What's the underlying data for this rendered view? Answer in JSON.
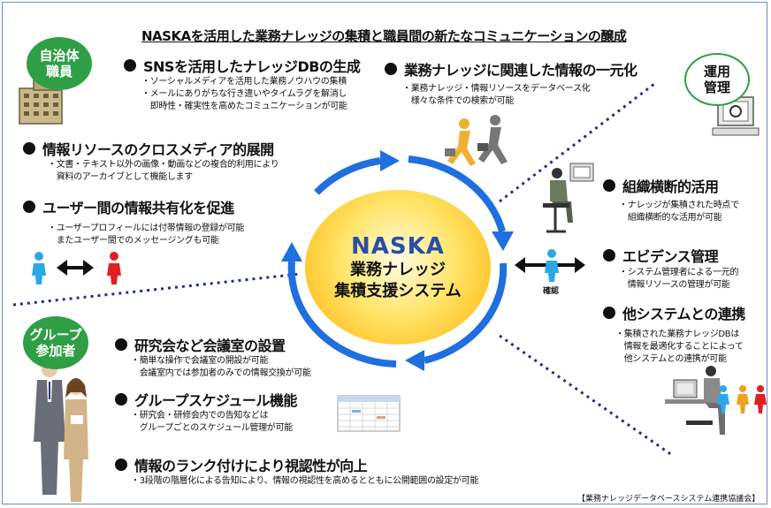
{
  "title": "NASKAを活用した業務ナレッジの集積と職員間の新たなコミュニケーションの醸成",
  "badges": {
    "municipal_staff": "自治体\n職員",
    "operation": "運用\n管理",
    "group": "グループ\n参加者"
  },
  "center": {
    "name": "NASKA",
    "line1": "業務ナレッジ",
    "line2": "集積支援システム"
  },
  "features": {
    "sns": {
      "heading": "SNSを活用したナレッジDBの生成",
      "desc": "・ソーシャルメディアを活用した業務ノウハウの集積\n・メールにありがちな行き違いやタイムラグを解消し\n　即時性・確実性を高めたコミュニケーションが可能"
    },
    "unify": {
      "heading": "業務ナレッジに関連した情報の一元化",
      "desc": "・業務ナレッジ・情報リソースをデータベース化\n　様々な条件での検索が可能"
    },
    "crossmedia": {
      "heading": "情報リソースのクロスメディア的展開",
      "desc": "・文書・テキスト以外の画像・動画などの複合的利用により\n　資料のアーカイブとして機能します"
    },
    "share": {
      "heading": "ユーザー間の情報共有化を促進",
      "desc": "・ユーザープロフィールには付帯情報の登録が可能\n　またユーザー間でのメッセージングも可能"
    },
    "cross_org": {
      "heading": "組織横断的活用",
      "desc": "・ナレッジが集積された時点で\n　組織横断的な活用が可能"
    },
    "evidence": {
      "heading": "エビデンス管理",
      "desc": "・システム管理者による一元的\n　情報リソースの管理が可能"
    },
    "integration": {
      "heading": "他システムとの連携",
      "desc": "・集積された業務ナレッジDBは\n　情報を最適化することによって\n　他システムとの連携が可能"
    },
    "meeting": {
      "heading": "研究会など会議室の設置",
      "desc": "・簡単な操作で会議室の開設が可能\n　会議室内では参加者のみでの情報交換が可能"
    },
    "schedule": {
      "heading": "グループスケジュール機能",
      "desc": "・研究会・研修会内での告知などは\n　グループごとのスケジュール管理が可能"
    },
    "rank": {
      "heading": "情報のランク付けにより視認性が向上",
      "desc": "・3段階の階層化による告知により、情報の視認性を高めるとともに公開範囲の設定が可能"
    }
  },
  "confirm_label": "確認",
  "footer": "【業務ナレッジデータベースシステム連携協議会】",
  "colors": {
    "ring": "#1f6fe0",
    "badge": "#2e9f45",
    "dotted": "#23308a",
    "person_blue": "#2aa8e8",
    "person_red": "#e02020",
    "person_yellow": "#f0a020"
  }
}
